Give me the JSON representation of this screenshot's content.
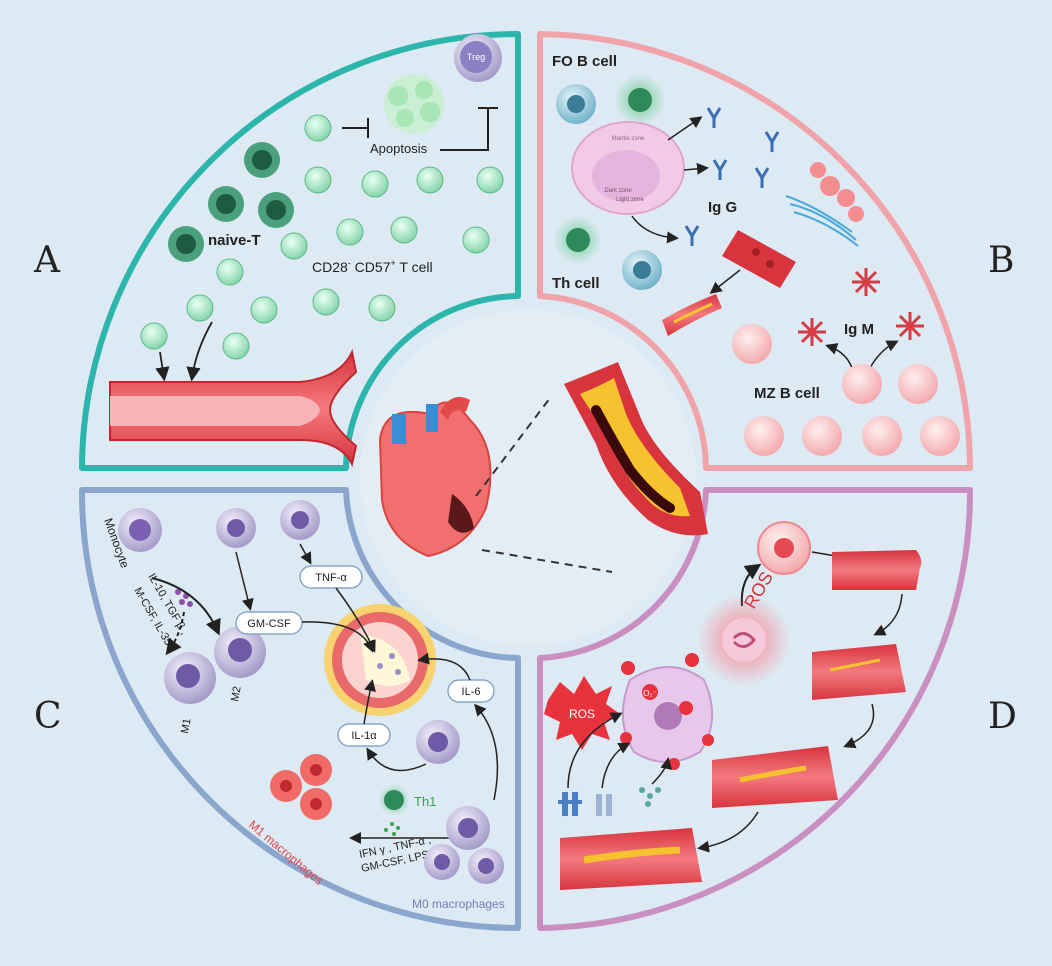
{
  "panel_letters": {
    "a": "A",
    "b": "B",
    "c": "C",
    "d": "D"
  },
  "panel_a": {
    "treg": "Treg",
    "apoptosis": "Apoptosis",
    "naive_t": "naive-T",
    "cd_prefix": "CD28",
    "cd_sup1": "-",
    "cd_mid": " CD57",
    "cd_sup2": "+",
    "cd_suffix": " T cell"
  },
  "panel_b": {
    "fo_b_cell": "FO B cell",
    "mantle_zone": "Mantle zone",
    "dark_zone": "Dark zone",
    "light_zone": "Light zone",
    "ig_g": "Ig G",
    "th_cell": "Th cell",
    "ig_m": "Ig M",
    "mz_b_cell": "MZ B cell"
  },
  "panel_c": {
    "monocyte": "Monocyte",
    "cytokines_1": "IL-10, TGF β ,",
    "cytokines_2": "M-CSF, IL-35",
    "tnf_a": "TNF-α",
    "gm_csf": "GM-CSF",
    "il_6": "IL-6",
    "il_1a": "IL-1α",
    "m1": "M1",
    "m2": "M2",
    "th1": "Th1",
    "m1_macrophages": "M1 macrophages",
    "stimuli_1": "IFN γ , TNF-α ,",
    "stimuli_2": "GM-CSF, LPS",
    "m0_macrophages": "M0 macrophages"
  },
  "panel_d": {
    "ros_top": "ROS",
    "ros_burst": "ROS",
    "o2": "O₂⁻"
  },
  "colors": {
    "panel_a_border": "#2bb5ab",
    "panel_b_border": "#f0a3a8",
    "panel_c_border": "#8aa6cc",
    "panel_d_border": "#c88fc0",
    "vessel": "#e8454f",
    "ros": "#e8323c"
  }
}
